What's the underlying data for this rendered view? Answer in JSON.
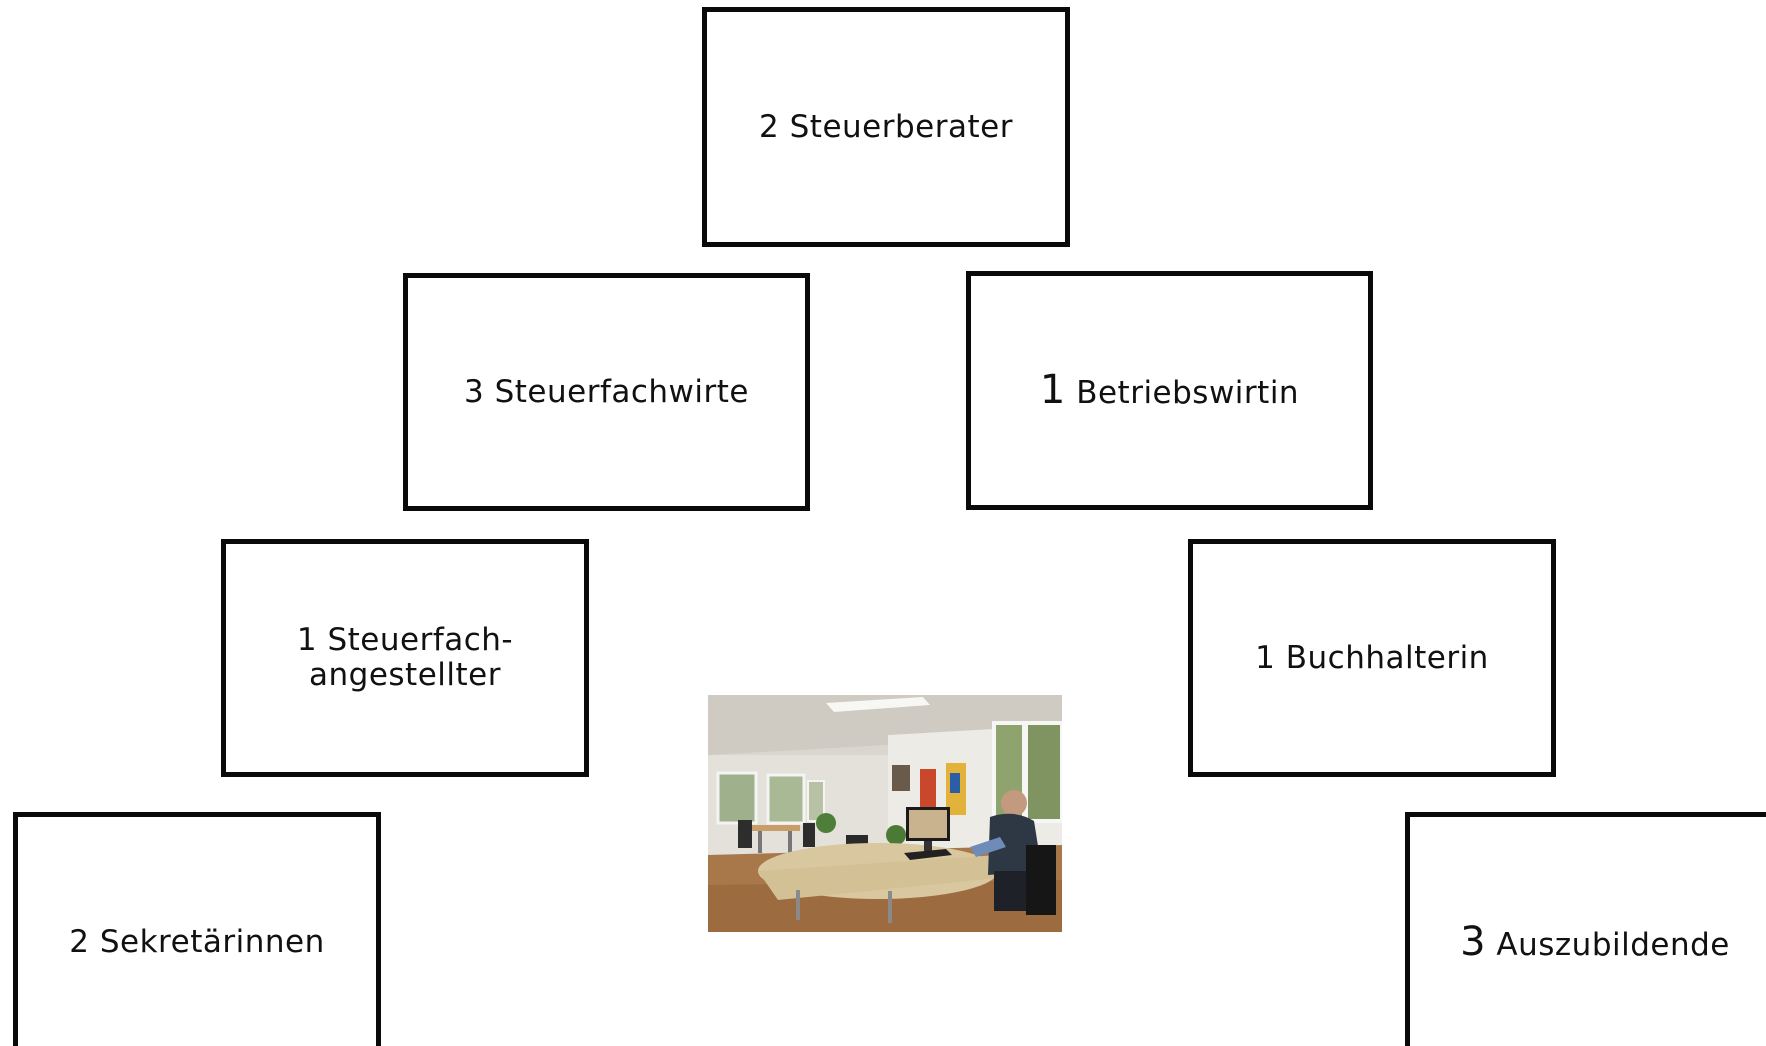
{
  "diagram": {
    "boxes": [
      {
        "id": "steuerberater",
        "count": "2",
        "label": "Steuerberater"
      },
      {
        "id": "steuerfachwirte",
        "count": "3",
        "label": "Steuerfachwirte"
      },
      {
        "id": "betriebswirtin",
        "count": "1",
        "label": "Betriebswirtin"
      },
      {
        "id": "steuerfachangestellter",
        "count": "1",
        "label_line1": "Steuerfach-",
        "label_line2": "angestellter"
      },
      {
        "id": "buchhalterin",
        "count": "1",
        "label": "Buchhalterin"
      },
      {
        "id": "sekretaerinnen",
        "count": "2",
        "label": "Sekretärinnen"
      },
      {
        "id": "auszubildende",
        "count": "3",
        "label": "Auszubildende"
      }
    ]
  },
  "colors": {
    "border": "#0a0a0a",
    "background": "#ffffff",
    "text": "#111111"
  },
  "icons": {
    "photo": "office-photo"
  }
}
